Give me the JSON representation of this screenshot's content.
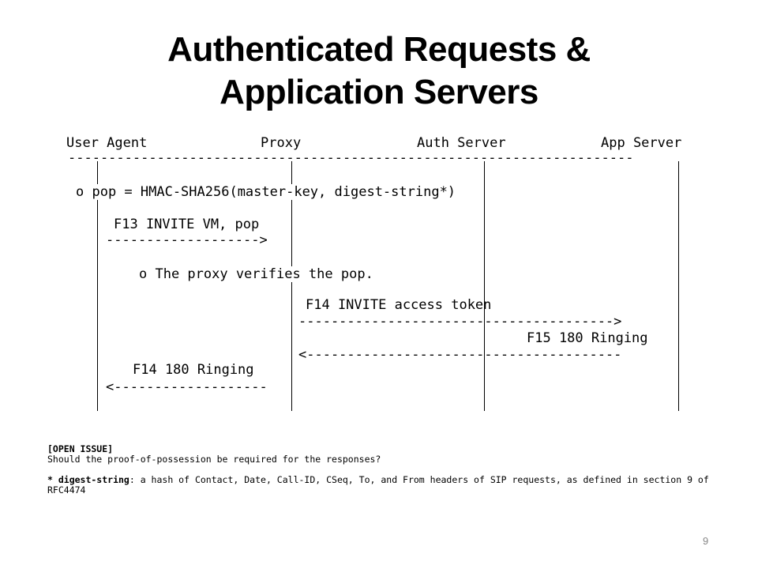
{
  "slide": {
    "title_line1": "Authenticated Requests &",
    "title_line2": "Application Servers",
    "page_number": "9"
  },
  "diagram": {
    "actors": [
      "User Agent",
      "Proxy",
      "Auth Server",
      "App Server"
    ],
    "rule": "----------------------------------------------------------------------",
    "steps": {
      "pop_note": "o pop = HMAC-SHA256(master-key, digest-string*)",
      "f13_label": "F13 INVITE VM, pop",
      "f13_arrow": "------------------->",
      "verify_note": "o The proxy verifies the pop.",
      "f14_label": "F14 INVITE access token",
      "f14_arrow": "--------------------------------------->",
      "f15_label": "F15 180 Ringing",
      "f15_arrow": "<---------------------------------------",
      "f14r_label": "F14 180 Ringing",
      "f14r_arrow": "<-------------------"
    }
  },
  "notes": {
    "open_issue_heading": "[OPEN ISSUE]",
    "open_issue_text": "Should the proof-of-possession be required for the responses?",
    "footnote_term": "* digest-string",
    "footnote_text": ": a hash of Contact, Date, Call-ID, CSeq, To, and From headers of SIP requests, as defined in section 9 of RFC4474"
  }
}
